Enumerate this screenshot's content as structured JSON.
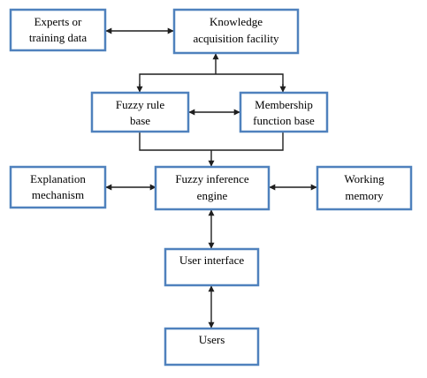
{
  "nodes": {
    "experts": {
      "line1": "Experts or",
      "line2": "training  data"
    },
    "knowledge": {
      "line1": "Knowledge",
      "line2": "acquisition facility"
    },
    "fuzzy_rule": {
      "line1": "Fuzzy rule",
      "line2": "base"
    },
    "membership": {
      "line1": "Membership",
      "line2": "function base"
    },
    "explanation": {
      "line1": "Explanation",
      "line2": "mechanism"
    },
    "inference": {
      "line1": "Fuzzy inference",
      "line2": "engine"
    },
    "working": {
      "line1": "Working",
      "line2": "memory"
    },
    "user_interface": {
      "line1": "User interface"
    },
    "users": {
      "line1": "Users"
    }
  },
  "colors": {
    "box_border": "#4f81bd",
    "connector": "#1f1f1f"
  }
}
